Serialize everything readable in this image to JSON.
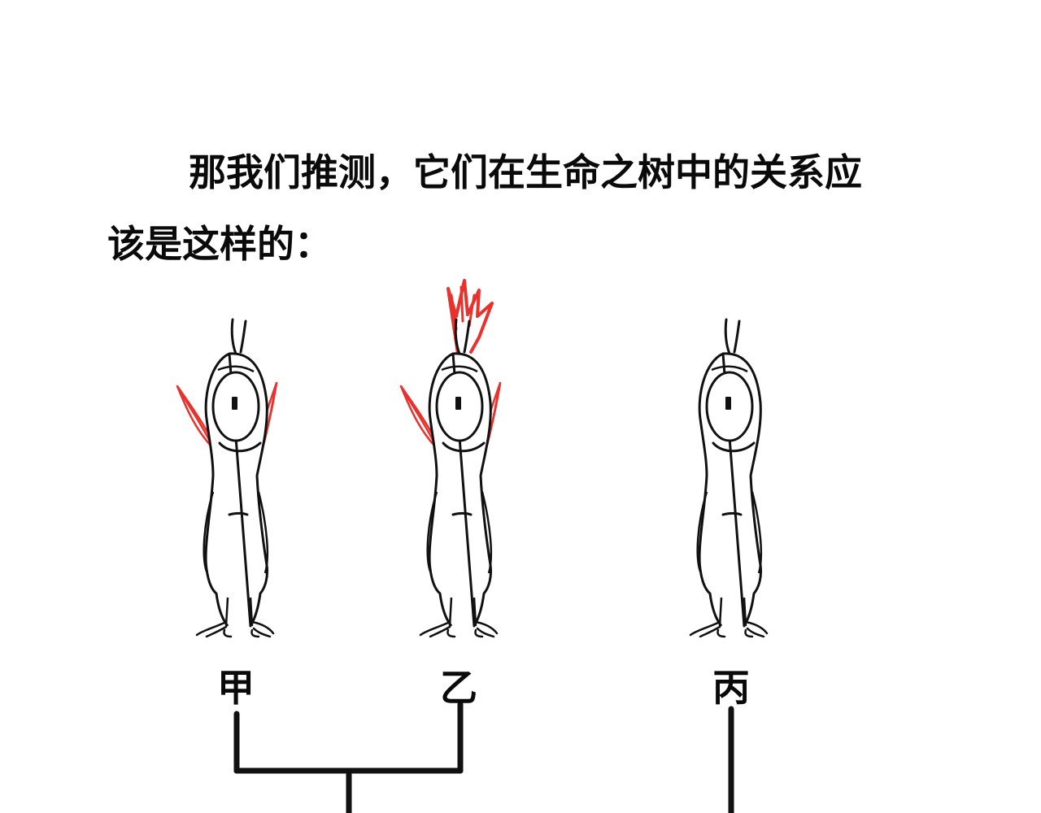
{
  "caption": {
    "line1": "那我们推测，它们在生命之树中的关系应",
    "line2": "该是这样的："
  },
  "creatures": [
    {
      "label": "甲",
      "features": [
        "red-side-fins"
      ]
    },
    {
      "label": "乙",
      "features": [
        "red-side-fins",
        "red-crest"
      ]
    },
    {
      "label": "丙",
      "features": []
    }
  ],
  "tree": {
    "relationship": "甲 and 乙 share a branch; 丙 is on a separate branch"
  },
  "colors": {
    "outline": "#111111",
    "accent_red": "#e8322e",
    "background": "#ffffff"
  }
}
